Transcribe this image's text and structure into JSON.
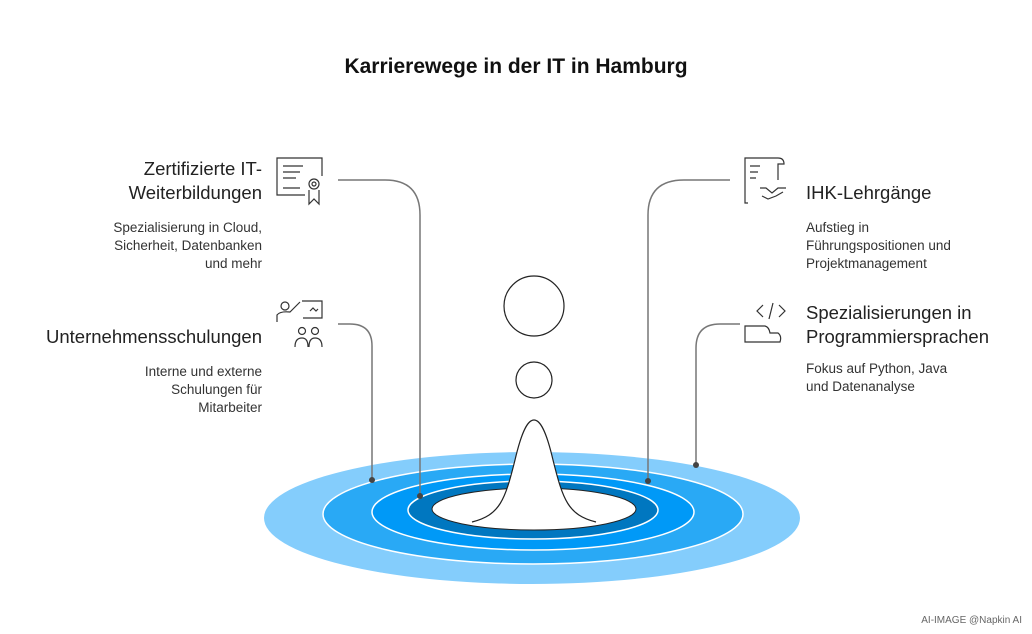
{
  "title": "Karrierewege in der IT in Hamburg",
  "items": [
    {
      "heading": "Zertifizierte IT-Weiterbildungen",
      "heading_lines": [
        "Zertifizierte IT-",
        "Weiterbildungen"
      ],
      "desc_lines": [
        "Spezialisierung in Cloud,",
        "Sicherheit, Datenbanken",
        "und mehr"
      ],
      "icon": "certificate-icon"
    },
    {
      "heading": "Unternehmensschulungen",
      "heading_lines": [
        "Unternehmensschulungen"
      ],
      "desc_lines": [
        "Interne und externe",
        "Schulungen für",
        "Mitarbeiter"
      ],
      "icon": "presentation-training-icon"
    },
    {
      "heading": "IHK-Lehrgänge",
      "heading_lines": [
        "IHK-Lehrgänge"
      ],
      "desc_lines": [
        "Aufstieg in",
        "Führungspositionen und",
        "Projektmanagement"
      ],
      "icon": "contract-handshake-icon"
    },
    {
      "heading": "Spezialisierungen in Programmiersprachen",
      "heading_lines": [
        "Spezialisierungen in",
        "Programmiersprachen"
      ],
      "desc_lines": [
        "Fokus auf Python, Java",
        "und Datenanalyse"
      ],
      "icon": "code-laptop-icon"
    }
  ],
  "colors": {
    "ring1": "#84cdfc",
    "ring2": "#29a9f5",
    "ring3": "#0099f7",
    "ring4": "#0077c0"
  },
  "footer": "AI-IMAGE  @Napkin AI"
}
